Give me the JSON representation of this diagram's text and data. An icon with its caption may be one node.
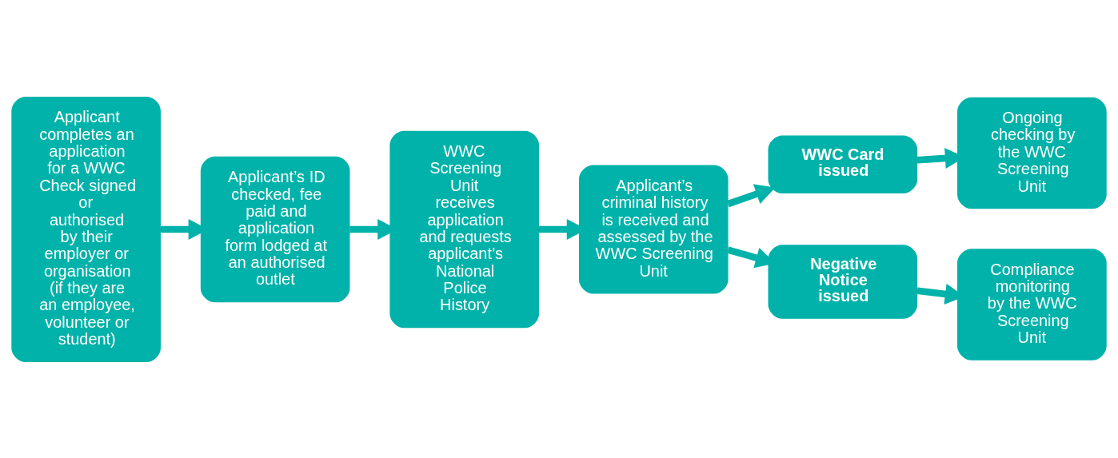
{
  "diagram": {
    "nodes": [
      {
        "text": [
          "Applicant completes an application for a WWC Check signed or authorised by their employer or organisation (if they are an employee, volunteer or student)"
        ]
      },
      {
        "text": [
          "Applicant’s ID checked, fee paid and application form lodged at an authorised outlet"
        ]
      },
      {
        "text": [
          "WWC Screening Unit receives application and requests applicant’s National Police History"
        ]
      },
      {
        "text": [
          "Applicant’s criminal history is received and assessed by the WWC Screening Unit"
        ]
      },
      {
        "text": [
          "WWC Card issued"
        ]
      },
      {
        "text": [
          "Negative Notice issued"
        ]
      },
      {
        "text": [
          "Ongoing checking by the WWC Screening Unit"
        ]
      },
      {
        "text": [
          "Compliance monitoring by the WWC Screening Unit"
        ]
      }
    ],
    "edges": [
      {
        "from": 0,
        "to": 1,
        "arrow": "to"
      },
      {
        "from": 1,
        "to": 2,
        "arrow": "to"
      },
      {
        "from": 2,
        "to": 3,
        "arrow": "to"
      },
      {
        "from": 3,
        "to": 4,
        "arrow": "to"
      },
      {
        "from": 3,
        "to": 5,
        "arrow": "to"
      },
      {
        "from": 4,
        "to": 6,
        "arrow": "to"
      },
      {
        "from": 5,
        "to": 7,
        "arrow": "to"
      }
    ]
  }
}
